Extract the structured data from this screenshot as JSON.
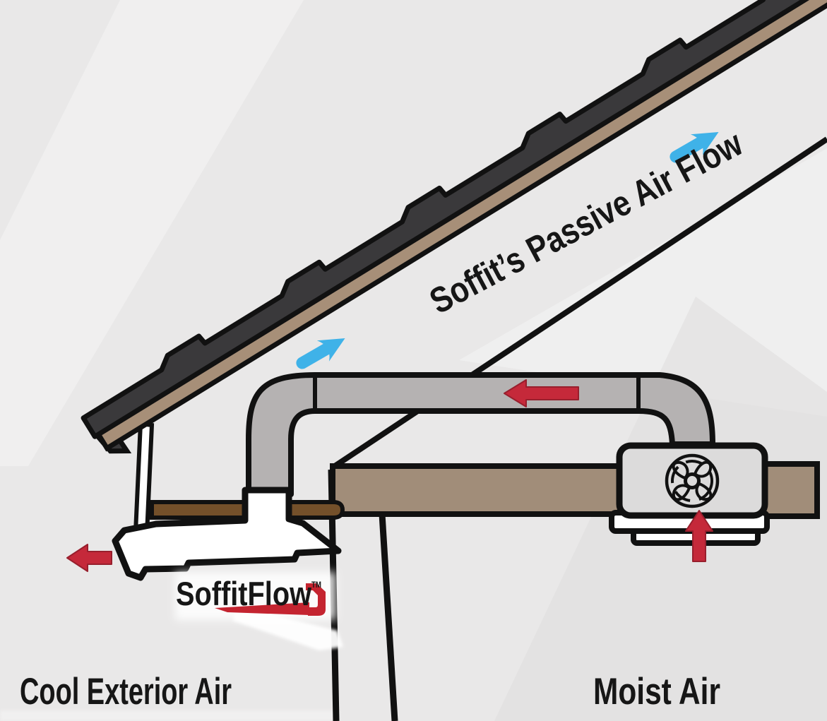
{
  "diagram": {
    "roof_flow_label": "Soffit’s Passive Air Flow",
    "cool_exterior_air_label": "Cool Exterior Air",
    "moist_air_label": "Moist Air"
  },
  "logo": {
    "name": "SoffitFlow",
    "trademark": "TM"
  },
  "colors": {
    "background": "#e9e8e8",
    "shingles_dark": "#3a393b",
    "roof_deck_tan": "#a78f78",
    "attic_floor_tan": "#a18d79",
    "soffit_board_brown": "#74502a",
    "duct_gray": "#b5b2b2",
    "fan_housing_gray": "#dcdbdb",
    "vent_white": "#ffffff",
    "outline_black": "#111111",
    "arrow_red": "#c5293a",
    "arrow_blue": "#3fb2e8",
    "logo_red": "#c42430",
    "text_black": "#161616"
  },
  "icons": [
    {
      "name": "fan-icon",
      "meaning": "powered exhaust fan (4-blade propeller in ring)"
    }
  ],
  "arrows": [
    {
      "id": "soffit-exhaust",
      "color": "red",
      "direction": "left",
      "meaning": "air exiting through SoffitFlow vent"
    },
    {
      "id": "duct-flow",
      "color": "red",
      "direction": "left",
      "meaning": "moist air moving through duct"
    },
    {
      "id": "fan-intake",
      "color": "red",
      "direction": "up",
      "meaning": "moist air drawn into fan"
    },
    {
      "id": "passive-flow-lower",
      "color": "blue",
      "direction": "up-roof-slope",
      "meaning": "soffit passive air flow"
    },
    {
      "id": "passive-flow-upper",
      "color": "blue",
      "direction": "up-roof-slope",
      "meaning": "soffit passive air flow"
    }
  ]
}
